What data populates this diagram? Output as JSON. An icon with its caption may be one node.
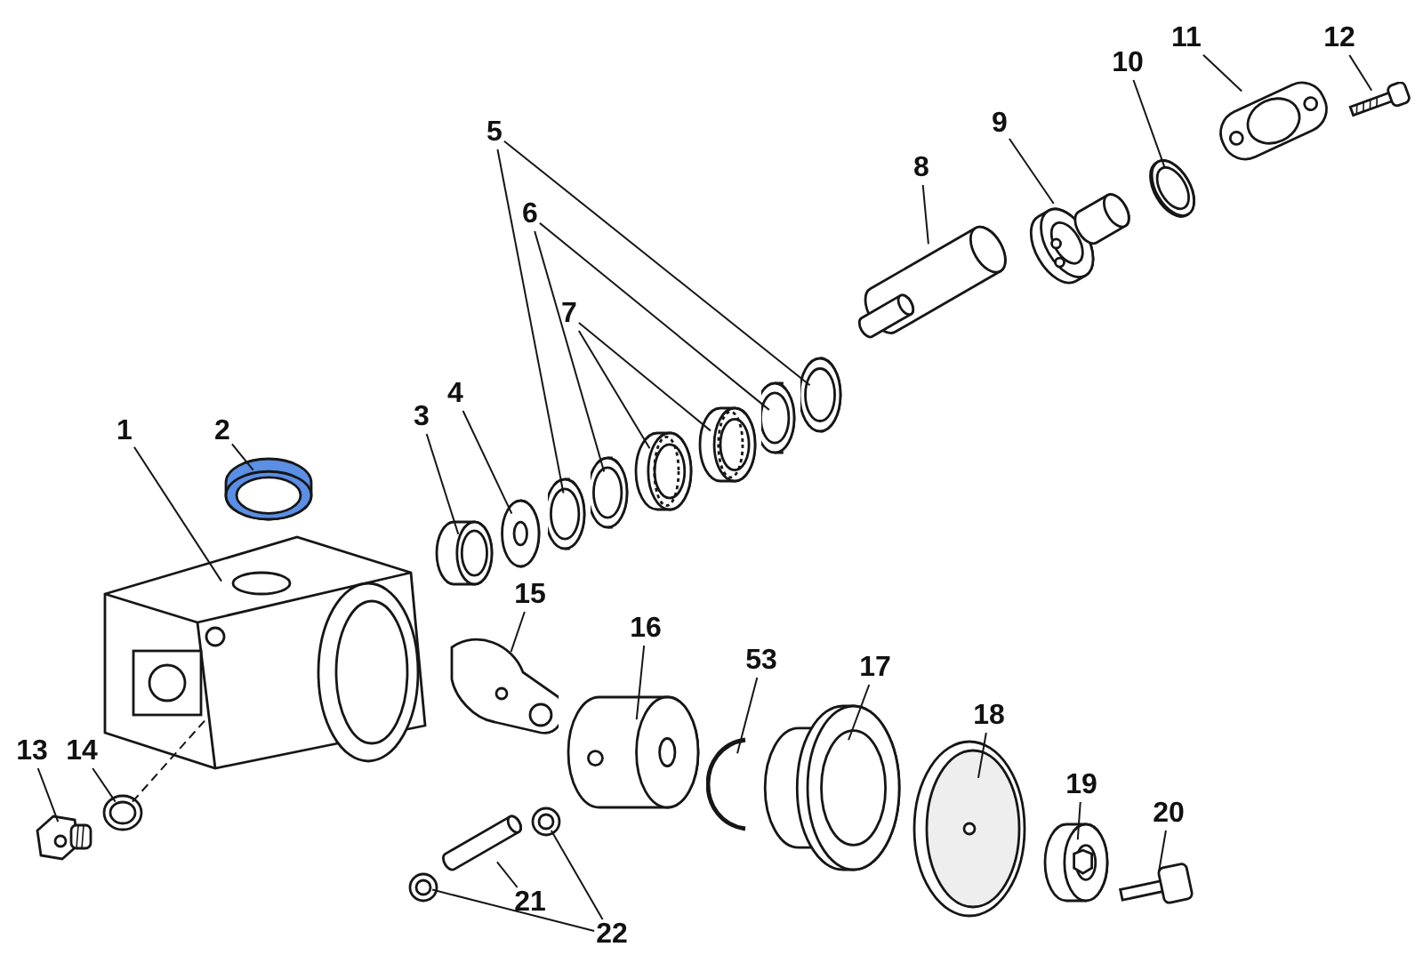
{
  "diagram": {
    "nodes": [
      {
        "text": [
          "1"
        ]
      },
      {
        "text": [
          "2"
        ]
      },
      {
        "text": [
          "3"
        ]
      },
      {
        "text": [
          "4"
        ]
      },
      {
        "text": [
          "5"
        ]
      },
      {
        "text": [
          "6"
        ]
      },
      {
        "text": [
          "7"
        ]
      },
      {
        "text": [
          "8"
        ]
      },
      {
        "text": [
          "9"
        ]
      },
      {
        "text": [
          "10"
        ]
      },
      {
        "text": [
          "11"
        ]
      },
      {
        "text": [
          "12"
        ]
      },
      {
        "text": [
          "13"
        ]
      },
      {
        "text": [
          "14"
        ]
      },
      {
        "text": [
          "15"
        ]
      },
      {
        "text": [
          "16"
        ]
      },
      {
        "text": [
          "53"
        ]
      },
      {
        "text": [
          "17"
        ]
      },
      {
        "text": [
          "18"
        ]
      },
      {
        "text": [
          "19"
        ]
      },
      {
        "text": [
          "20"
        ]
      },
      {
        "text": [
          "21"
        ]
      },
      {
        "text": [
          "22"
        ]
      },
      {
        "text": [],
        "shape": "picture"
      },
      {
        "text": [],
        "shape": "picture"
      },
      {
        "text": [],
        "shape": "picture"
      },
      {
        "text": [],
        "shape": "picture"
      },
      {
        "text": [],
        "shape": "picture"
      },
      {
        "text": [],
        "shape": "picture"
      },
      {
        "text": [],
        "shape": "picture"
      },
      {
        "text": [],
        "shape": "picture"
      },
      {
        "text": [],
        "shape": "picture"
      },
      {
        "text": [],
        "shape": "picture"
      },
      {
        "text": [],
        "shape": "picture"
      },
      {
        "text": [],
        "shape": "picture"
      },
      {
        "text": [],
        "shape": "picture"
      },
      {
        "text": [],
        "shape": "picture"
      },
      {
        "text": [],
        "shape": "picture"
      },
      {
        "text": [],
        "shape": "picture"
      },
      {
        "text": [],
        "shape": "picture"
      },
      {
        "text": [],
        "shape": "picture"
      },
      {
        "text": [],
        "shape": "picture"
      },
      {
        "text": [],
        "shape": "picture"
      },
      {
        "text": [],
        "shape": "picture"
      },
      {
        "text": [],
        "shape": "picture"
      },
      {
        "text": [],
        "shape": "picture"
      },
      {
        "text": [],
        "shape": "picture"
      },
      {
        "text": [],
        "shape": "picture"
      },
      {
        "text": [],
        "shape": "picture"
      },
      {
        "text": [],
        "shape": "picture"
      }
    ],
    "edges": [
      {
        "from": 0,
        "to": 23,
        "arrow": "none"
      },
      {
        "from": 1,
        "to": 24,
        "arrow": "none"
      },
      {
        "from": 2,
        "to": 25,
        "arrow": "none"
      },
      {
        "from": 3,
        "to": 26,
        "arrow": "none"
      },
      {
        "from": 4,
        "to": 27,
        "arrow": "none"
      },
      {
        "from": 4,
        "to": 32,
        "arrow": "none"
      },
      {
        "from": 5,
        "to": 28,
        "arrow": "none"
      },
      {
        "from": 5,
        "to": 31,
        "arrow": "none"
      },
      {
        "from": 6,
        "to": 29,
        "arrow": "none"
      },
      {
        "from": 6,
        "to": 30,
        "arrow": "none"
      },
      {
        "from": 7,
        "to": 33,
        "arrow": "none"
      },
      {
        "from": 8,
        "to": 34,
        "arrow": "none"
      },
      {
        "from": 9,
        "to": 35,
        "arrow": "none"
      },
      {
        "from": 10,
        "to": 36,
        "arrow": "none"
      },
      {
        "from": 11,
        "to": 37,
        "arrow": "none"
      },
      {
        "from": 12,
        "to": 38,
        "arrow": "none"
      },
      {
        "from": 13,
        "to": 39,
        "arrow": "none"
      },
      {
        "from": 14,
        "to": 40,
        "arrow": "none"
      },
      {
        "from": 15,
        "to": 41,
        "arrow": "none"
      },
      {
        "from": 16,
        "to": 42,
        "arrow": "none"
      },
      {
        "from": 17,
        "to": 43,
        "arrow": "none"
      },
      {
        "from": 18,
        "to": 44,
        "arrow": "none"
      },
      {
        "from": 19,
        "to": 45,
        "arrow": "none"
      },
      {
        "from": 20,
        "to": 46,
        "arrow": "none"
      },
      {
        "from": 21,
        "to": 47,
        "arrow": "none"
      },
      {
        "from": 22,
        "to": 48,
        "arrow": "none"
      },
      {
        "from": 22,
        "to": 49,
        "arrow": "none"
      },
      {
        "from": 39,
        "to": 23,
        "arrow": "none",
        "style": "dashed"
      }
    ]
  }
}
